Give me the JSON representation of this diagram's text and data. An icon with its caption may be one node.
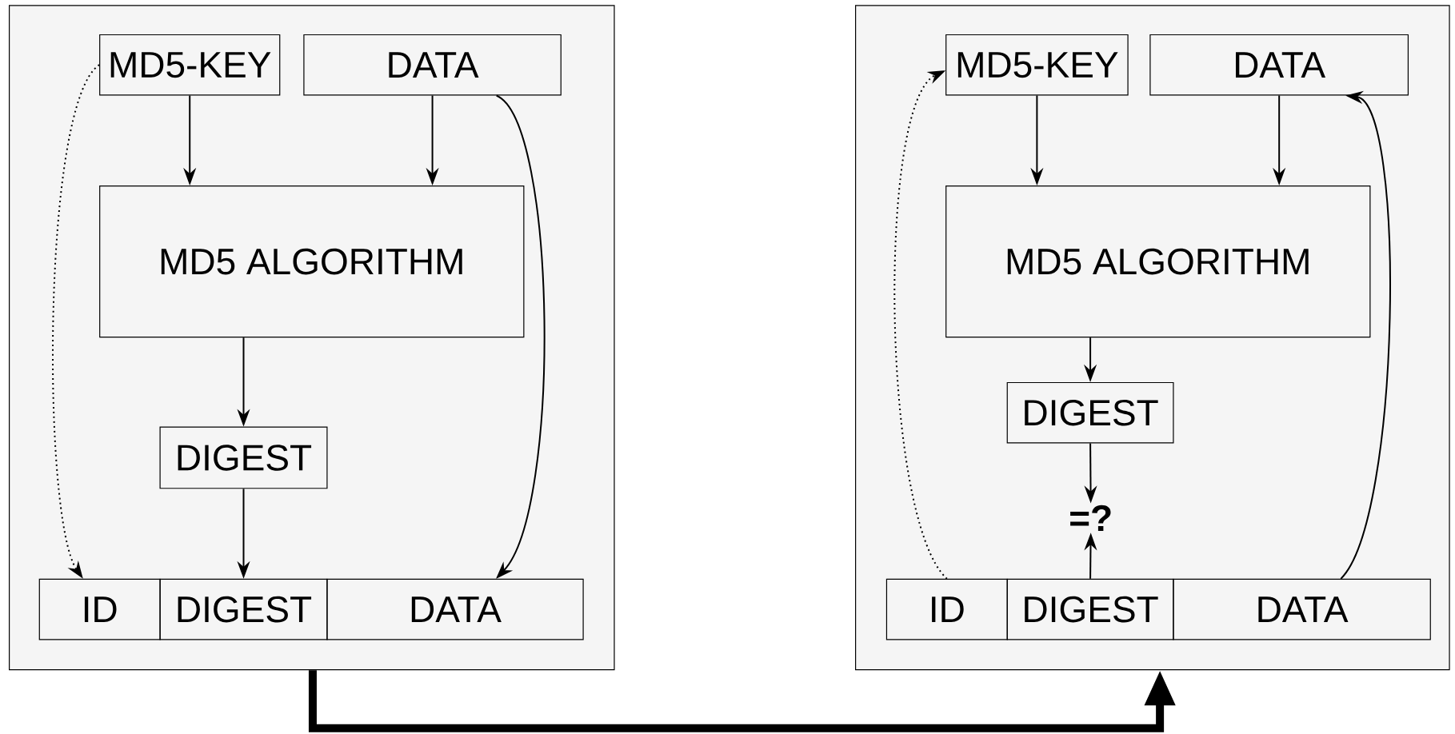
{
  "diagram": {
    "nodes": [
      {
        "text": [],
        "shape": "box"
      },
      {
        "text": [
          "MD5-KEY"
        ],
        "in": 0
      },
      {
        "text": [
          "DATA"
        ],
        "in": 0
      },
      {
        "text": [
          "MD5 ALGORITHM"
        ],
        "in": 0
      },
      {
        "text": [
          "DIGEST"
        ],
        "in": 0
      },
      {
        "text": [
          "ID"
        ],
        "in": 0
      },
      {
        "text": [
          "DIGEST"
        ],
        "in": 0
      },
      {
        "text": [
          "DATA"
        ],
        "in": 0
      },
      {
        "text": [],
        "shape": "box"
      },
      {
        "text": [
          "MD5-KEY"
        ],
        "in": 8
      },
      {
        "text": [
          "DATA"
        ],
        "in": 8
      },
      {
        "text": [
          "MD5 ALGORITHM"
        ],
        "in": 8
      },
      {
        "text": [
          "DIGEST"
        ],
        "in": 8
      },
      {
        "text": [
          "=?"
        ],
        "in": 8
      },
      {
        "text": [
          "ID"
        ],
        "in": 8
      },
      {
        "text": [
          "DIGEST"
        ],
        "in": 8
      },
      {
        "text": [
          "DATA"
        ],
        "in": 8
      }
    ],
    "edges": [
      {
        "from": 1,
        "to": 3,
        "arrow": "to"
      },
      {
        "from": 2,
        "to": 3,
        "arrow": "to"
      },
      {
        "from": 3,
        "to": 4,
        "arrow": "to"
      },
      {
        "from": 4,
        "to": 6,
        "arrow": "to"
      },
      {
        "from": 1,
        "to": 5,
        "arrow": "to",
        "style": "dashed"
      },
      {
        "from": 2,
        "to": 7,
        "arrow": "to"
      },
      {
        "from": 0,
        "to": 8,
        "arrow": "to",
        "style": "thick"
      },
      {
        "from": 9,
        "to": 11,
        "arrow": "to"
      },
      {
        "from": 10,
        "to": 11,
        "arrow": "to"
      },
      {
        "from": 11,
        "to": 12,
        "arrow": "to"
      },
      {
        "from": 12,
        "to": 13,
        "arrow": "to"
      },
      {
        "from": 15,
        "to": 13,
        "arrow": "to"
      },
      {
        "from": 14,
        "to": 9,
        "arrow": "to",
        "style": "dashed"
      },
      {
        "from": 16,
        "to": 10,
        "arrow": "to"
      }
    ]
  }
}
